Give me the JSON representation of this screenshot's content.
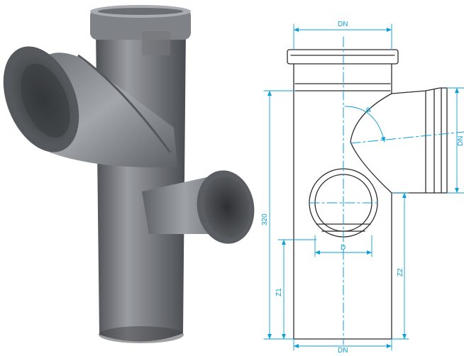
{
  "colors": {
    "pipe_dark": "#5a5d61",
    "pipe_mid": "#8a8d92",
    "pipe_light": "#b7babe",
    "drawing_line": "#2b2b2b",
    "dimension": "#0aa0d8"
  },
  "labels": {
    "dn_top": "DN",
    "dn_bottom": "DN",
    "d_branch": "D",
    "alpha": "α",
    "height_320": "320",
    "z1": "Z1",
    "z2": "Z2",
    "side_clipped": "DN"
  },
  "icons": {
    "photo": "pipe-double-branch-photo",
    "drawing": "technical-drawing"
  }
}
